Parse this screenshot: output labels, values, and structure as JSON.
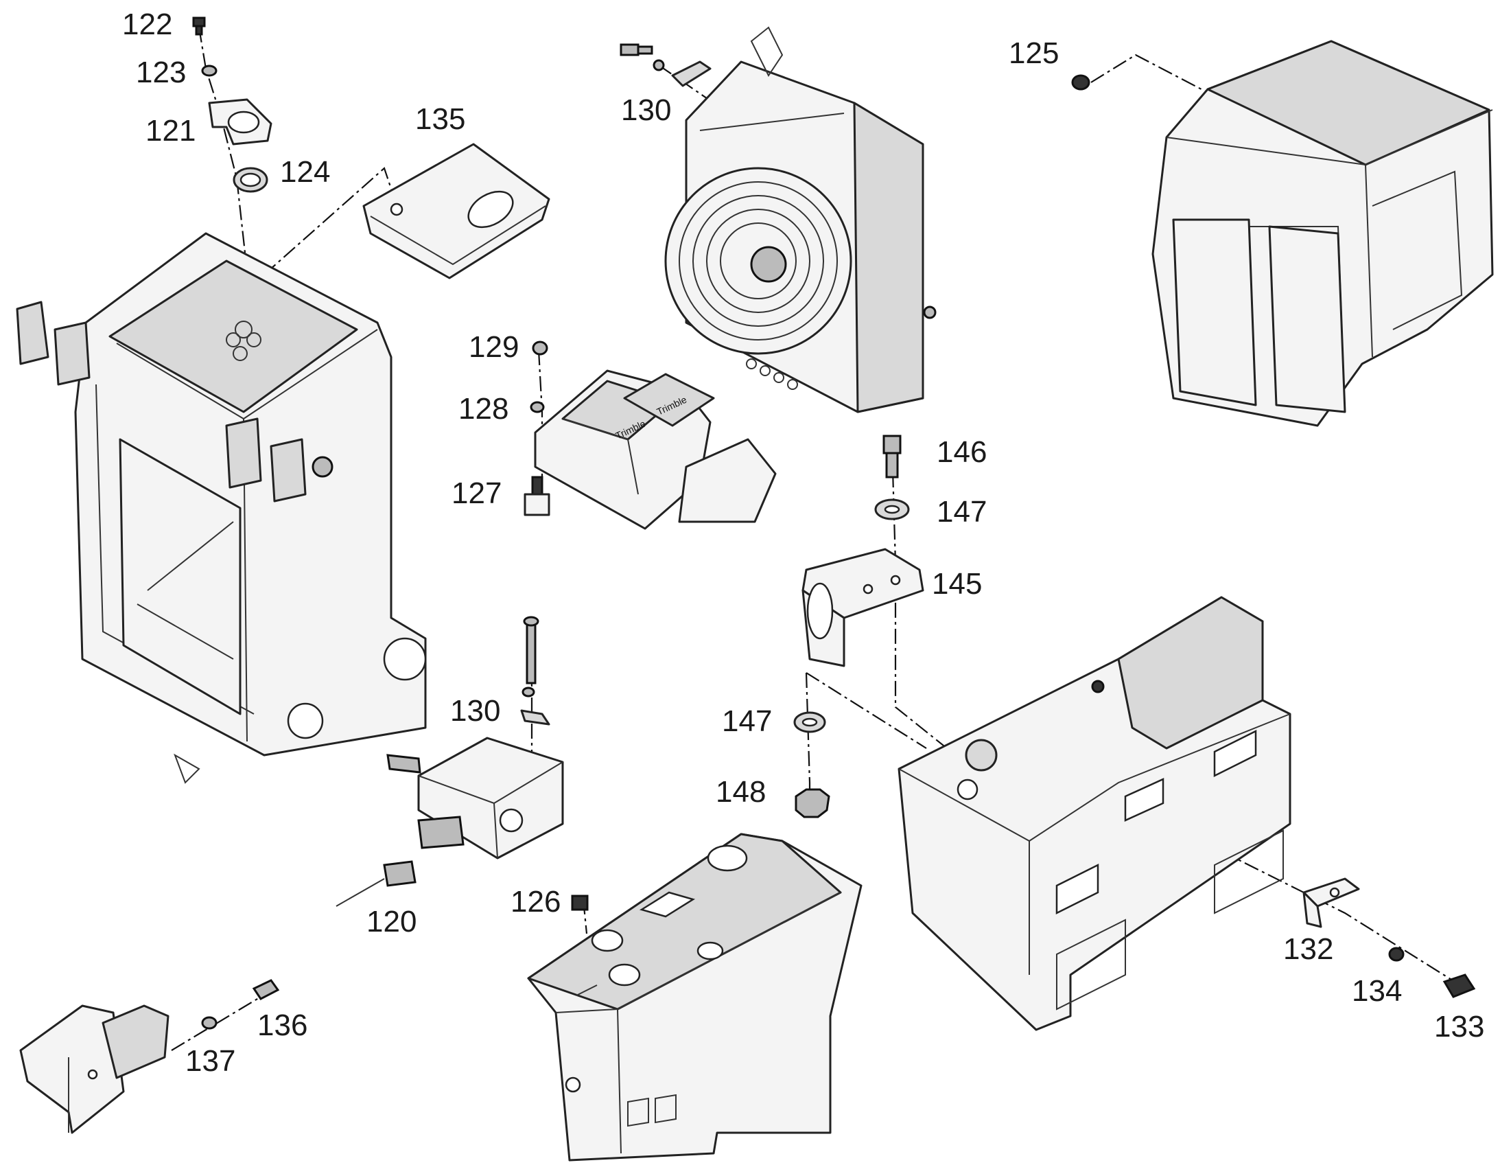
{
  "callouts": {
    "p120": "120",
    "p121": "121",
    "p122": "122",
    "p123": "123",
    "p124": "124",
    "p125": "125",
    "p126": "126",
    "p127": "127",
    "p128": "128",
    "p129": "129",
    "p130a": "130",
    "p130b": "130",
    "p132": "132",
    "p133": "133",
    "p134": "134",
    "p135": "135",
    "p136": "136",
    "p137": "137",
    "p145": "145",
    "p146": "146",
    "p147a": "147",
    "p147b": "147",
    "p148": "148"
  },
  "box_brand": "Trimble"
}
